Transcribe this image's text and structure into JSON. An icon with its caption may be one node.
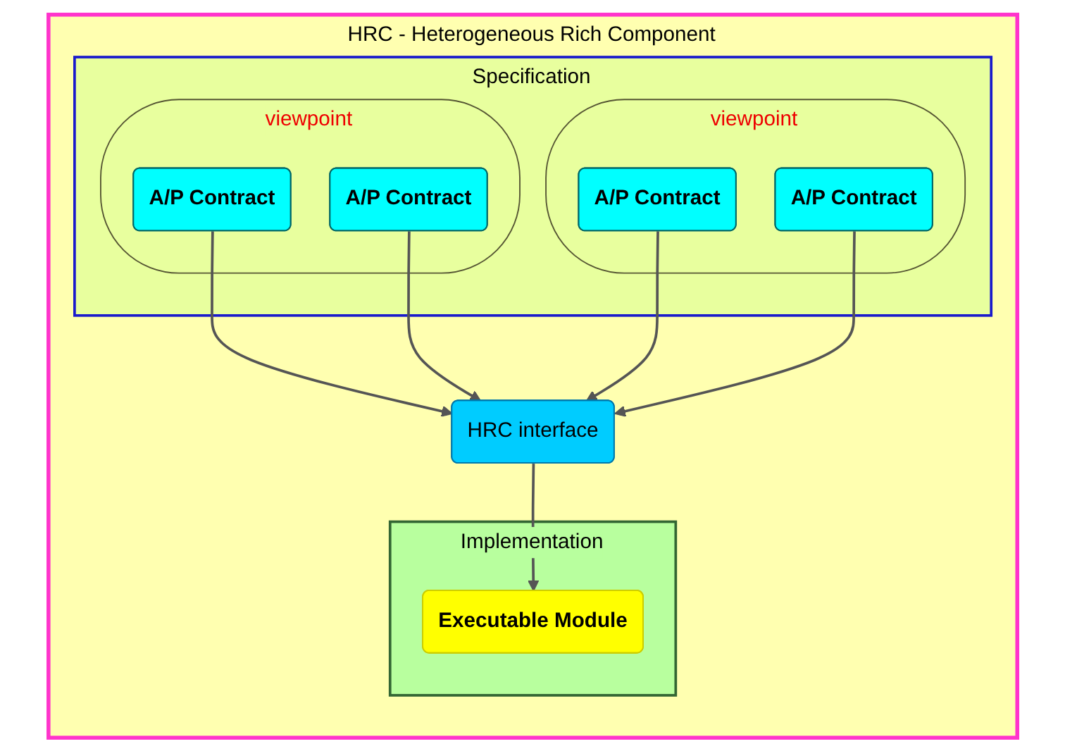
{
  "diagram": {
    "nodes": [
      {
        "text": [
          "HRC - Heterogeneous Rich Component"
        ]
      },
      {
        "text": [
          "Specification"
        ],
        "in": 0
      },
      {
        "text": [
          "viewpoint"
        ],
        "in": 1
      },
      {
        "text": [
          "A/P Contract"
        ],
        "in": 2
      },
      {
        "text": [
          "A/P Contract"
        ],
        "in": 2
      },
      {
        "text": [
          "viewpoint"
        ],
        "in": 1
      },
      {
        "text": [
          "A/P Contract"
        ],
        "in": 5
      },
      {
        "text": [
          "A/P Contract"
        ],
        "in": 5
      },
      {
        "text": [
          "Implementation"
        ],
        "in": 0
      },
      {
        "text": [
          "HRC interface"
        ],
        "in": 0
      },
      {
        "text": [
          "Executable Module"
        ],
        "in": 8
      }
    ],
    "edges": [
      {
        "from": 3,
        "to": 9,
        "arrow": "to"
      },
      {
        "from": 4,
        "to": 9,
        "arrow": "to"
      },
      {
        "from": 6,
        "to": 9,
        "arrow": "to"
      },
      {
        "from": 7,
        "to": 9,
        "arrow": "to"
      },
      {
        "from": 9,
        "to": 10,
        "arrow": "to"
      }
    ]
  }
}
